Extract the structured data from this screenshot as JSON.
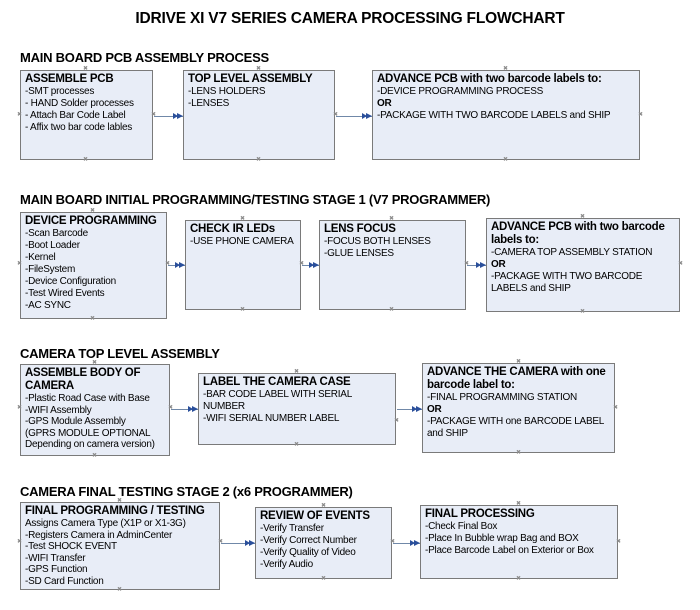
{
  "title": "IDRIVE XI V7 SERIES CAMERA PROCESSING FLOWCHART",
  "colors": {
    "node_fill": "#e8edf7",
    "node_border": "#7a7a7a",
    "arrow_shaft": "#7088a8",
    "arrow_head": "#2a4f9b",
    "text": "#000000",
    "handle": "#8a8a8a"
  },
  "sections": [
    {
      "heading": "MAIN BOARD PCB ASSEMBLY PROCESS",
      "nodes": [
        {
          "title": "ASSEMBLE PCB",
          "lines": [
            " -SMT processes",
            " - HAND Solder processes",
            " - Attach Bar Code Label",
            " - Affix two bar code lables"
          ]
        },
        {
          "title": "TOP LEVEL ASSEMBLY",
          "lines": [
            "-LENS HOLDERS",
            "-LENSES"
          ]
        },
        {
          "title": "ADVANCE PCB with two barcode labels to:",
          "lines": [
            "-DEVICE PROGRAMMING PROCESS",
            "OR",
            "-PACKAGE WITH TWO BARCODE LABELS and SHIP"
          ],
          "bold_lines": [
            1
          ]
        }
      ]
    },
    {
      "heading": "MAIN BOARD INITIAL PROGRAMMING/TESTING STAGE 1 (V7 PROGRAMMER)",
      "nodes": [
        {
          "title": "DEVICE PROGRAMMING",
          "lines": [
            "-Scan Barcode",
            "-Boot Loader",
            "-Kernel",
            "-FileSystem",
            "-Device Configuration",
            "-Test Wired Events",
            "-AC SYNC"
          ]
        },
        {
          "title": "CHECK IR LEDs",
          "lines": [
            "-USE PHONE CAMERA"
          ]
        },
        {
          "title": "LENS FOCUS",
          "lines": [
            "-FOCUS BOTH LENSES",
            "-GLUE LENSES"
          ]
        },
        {
          "title": "ADVANCE PCB with two barcode labels to:",
          "lines": [
            "-CAMERA TOP ASSEMBLY STATION",
            "OR",
            "-PACKAGE WITH TWO BARCODE LABELS and SHIP"
          ],
          "bold_lines": [
            1
          ]
        }
      ]
    },
    {
      "heading": "CAMERA TOP LEVEL ASSEMBLY",
      "nodes": [
        {
          "title": "ASSEMBLE BODY OF CAMERA",
          "lines": [
            "-Plastic Road Case with Base",
            "-WIFI Assembly",
            "-GPS Module Assembly",
            "(GPRS MODULE OPTIONAL",
            "Depending on camera version)"
          ]
        },
        {
          "title": "LABEL THE CAMERA CASE",
          "lines": [
            "-BAR CODE LABEL WITH SERIAL NUMBER",
            "-WIFI SERIAL NUMBER LABEL"
          ]
        },
        {
          "title": "ADVANCE THE CAMERA with one barcode label to:",
          "lines": [
            "-FINAL PROGRAMMING STATION",
            "OR",
            "-PACKAGE WITH one BARCODE LABEL and SHIP"
          ],
          "bold_lines": [
            1
          ]
        }
      ]
    },
    {
      "heading": "CAMERA FINAL TESTING STAGE 2 (x6 PROGRAMMER)",
      "nodes": [
        {
          "title": "FINAL PROGRAMMING / TESTING",
          "lines": [
            "Assigns Camera Type (X1P or X1-3G)",
            "-Registers Camera in AdminCenter",
            "-Test SHOCK EVENT",
            "-WIFI Transfer",
            "-GPS Function",
            "-SD Card Function"
          ]
        },
        {
          "title": "REVIEW OF EVENTS",
          "lines": [
            "-Verify Transfer",
            "-Verify Correct Number",
            "-Verify Quality of Video",
            "-Verify Audio"
          ]
        },
        {
          "title": "FINAL PROCESSING",
          "lines": [
            " -Check Final Box",
            "-Place In Bubble wrap Bag and BOX",
            "-Place Barcode Label on Exterior or Box"
          ]
        }
      ]
    }
  ]
}
